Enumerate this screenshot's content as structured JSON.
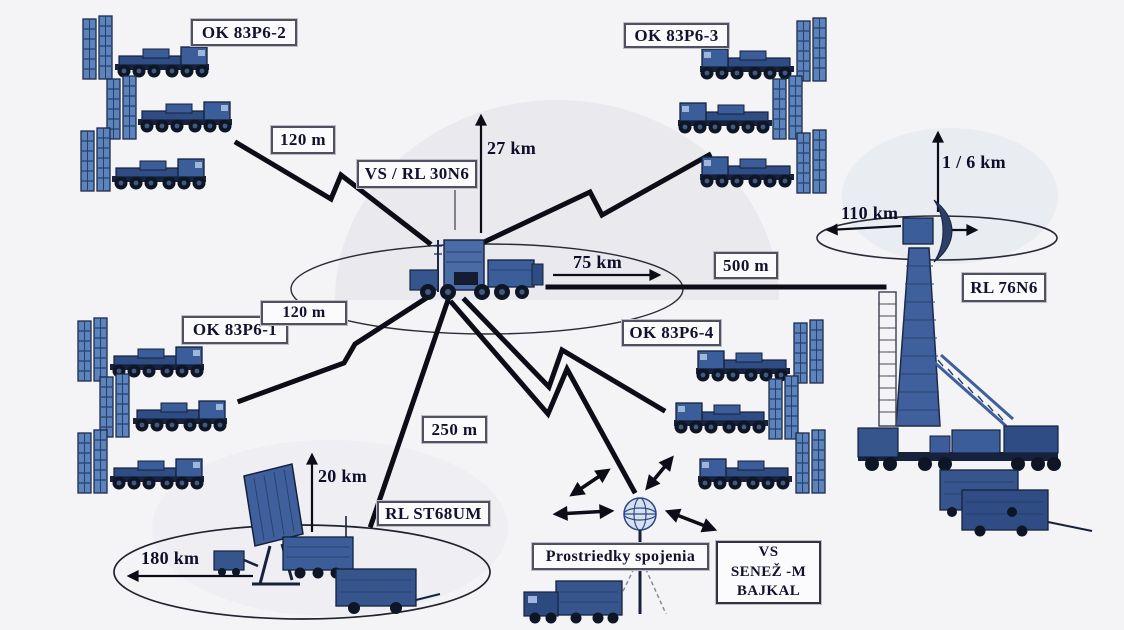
{
  "colors": {
    "background": "#f4f4f6",
    "ink": "#0d0d18",
    "truck_blue": "#3b5d9a",
    "truck_dark": "#16223c",
    "container_blue": "#5d83bd",
    "dome_gray": "#e9e9ee",
    "label_bg": "#fbfbfd",
    "label_border": "#50505e"
  },
  "labels": {
    "ok83p6_2": "OK 83P6-2",
    "ok83p6_3": "OK 83P6-3",
    "ok83p6_1": "OK 83P6-1",
    "ok83p6_4": "OK 83P6-4",
    "vs_rl_30n6": "VS / RL 30N6",
    "rl_76n6": "RL 76N6",
    "rl_st68um": "RL ST68UM",
    "prostriedky": "Prostriedky spojenia",
    "vs_senez_line1": "VS",
    "vs_senez_line2": "SENEŽ -M",
    "vs_senez_line3": "BAJKAL"
  },
  "distances": {
    "d120_top": "120 m",
    "d120_bottom": "120 m",
    "d500": "500 m",
    "d250": "250 m",
    "d27km": "27 km",
    "d1_6km": "1 / 6 km",
    "d110km": "110 km",
    "d75km": "75 km",
    "d20km": "20 km",
    "d180km": "180 km"
  }
}
